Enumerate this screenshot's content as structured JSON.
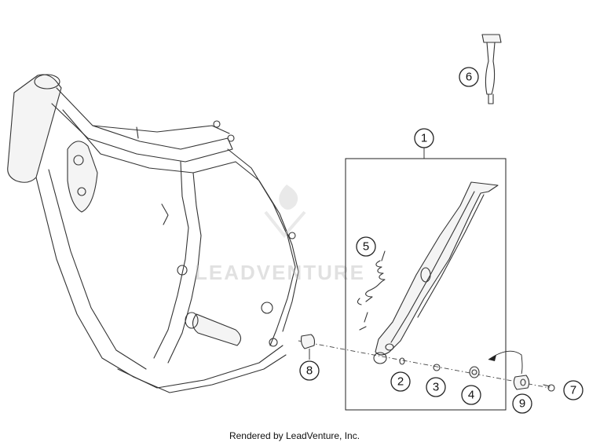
{
  "watermark": {
    "text": "LEADVENTURE",
    "color": "#bdbdbd"
  },
  "callouts": [
    {
      "label": "1"
    },
    {
      "label": "2"
    },
    {
      "label": "3"
    },
    {
      "label": "4"
    },
    {
      "label": "5"
    },
    {
      "label": "6"
    },
    {
      "label": "7"
    },
    {
      "label": "8"
    },
    {
      "label": "9"
    }
  ],
  "credit": "Rendered by LeadVenture, Inc.",
  "colors": {
    "line": "#333333",
    "background": "#ffffff"
  }
}
